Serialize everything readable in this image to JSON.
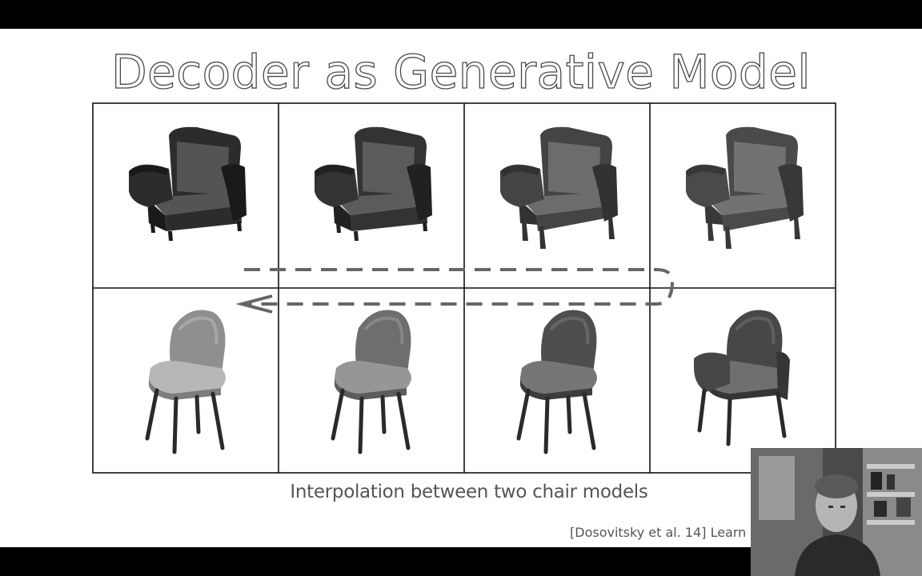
{
  "slide": {
    "title": "Decoder as Generative Model",
    "caption": "Interpolation between two chair models",
    "citation": "[Dosovitsky  et al. 14] Learn"
  },
  "grid": {
    "rows": 2,
    "cols": 4,
    "chairs": [
      {
        "row": 0,
        "col": 0,
        "style": "armchair",
        "shade": "#2c2c2c"
      },
      {
        "row": 0,
        "col": 1,
        "style": "armchair",
        "shade": "#333333"
      },
      {
        "row": 0,
        "col": 2,
        "style": "armchair-legs",
        "shade": "#444444"
      },
      {
        "row": 0,
        "col": 3,
        "style": "armchair-legs",
        "shade": "#4a4a4a"
      },
      {
        "row": 1,
        "col": 0,
        "style": "shell",
        "shade": "#8f8f8f"
      },
      {
        "row": 1,
        "col": 1,
        "style": "shell",
        "shade": "#6e6e6e"
      },
      {
        "row": 1,
        "col": 2,
        "style": "shell",
        "shade": "#4e4e4e"
      },
      {
        "row": 1,
        "col": 3,
        "style": "shell-arms",
        "shade": "#474747"
      }
    ]
  },
  "colors": {
    "background": "#000000",
    "slide": "#ffffff",
    "gridline": "#111111",
    "arrow": "#555555"
  },
  "webcam": {
    "icon": "presenter-video"
  }
}
